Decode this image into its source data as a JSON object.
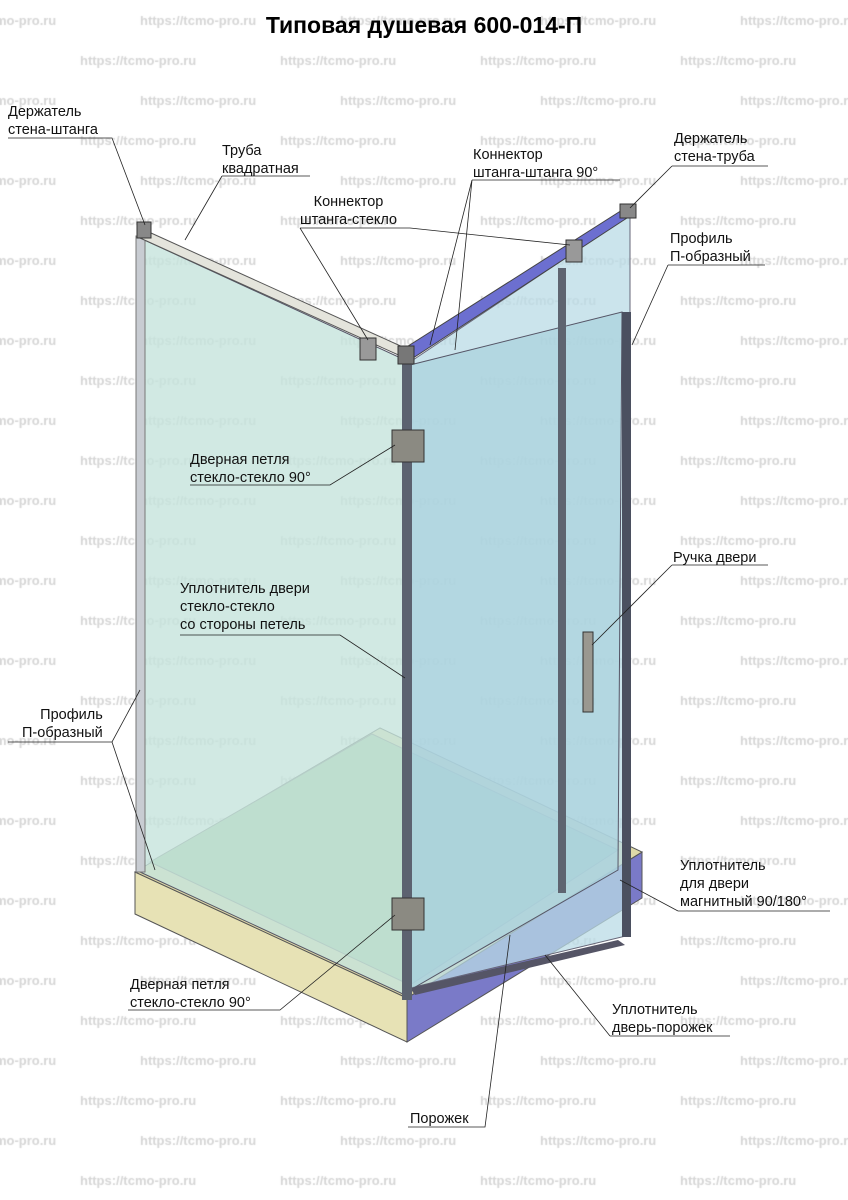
{
  "title": "Типовая душевая 600-014-П",
  "watermark": "https://tcmo-pro.ru",
  "labels": {
    "holder_wall_bar": [
      "Держатель",
      "стена-штанга"
    ],
    "square_tube": [
      "Труба",
      "квадратная"
    ],
    "connector_bar_glass": [
      "Коннектор",
      "штанга-стекло"
    ],
    "connector_bar_bar": [
      "Коннектор",
      "штанга-штанга 90°"
    ],
    "holder_wall_tube": [
      "Держатель",
      "стена-труба"
    ],
    "profile_right": [
      "Профиль",
      "П-образный"
    ],
    "hinge_top": [
      "Дверная петля",
      "стекло-стекло 90°"
    ],
    "seal_hinge_side": [
      "Уплотнитель двери",
      "стекло-стекло",
      "со стороны петель"
    ],
    "door_handle": [
      "Ручка двери"
    ],
    "profile_left": [
      "Профиль",
      "П-образный"
    ],
    "magnetic_seal": [
      "Уплотнитель",
      "для двери",
      "магнитный 90/180°"
    ],
    "hinge_bottom": [
      "Дверная петля",
      "стекло-стекло 90°"
    ],
    "threshold_seal": [
      "Уплотнитель",
      "дверь-порожек"
    ],
    "threshold": [
      "Порожек"
    ]
  }
}
